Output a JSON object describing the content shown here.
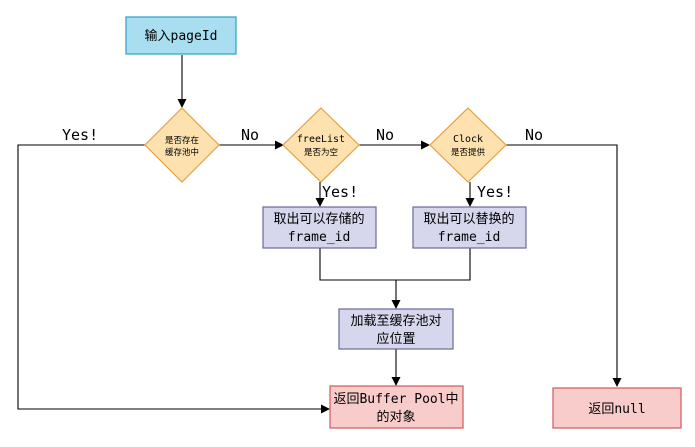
{
  "colors": {
    "start_fill": "#a9def0",
    "start_stroke": "#2d9fc8",
    "decision_fill": "#fde2b0",
    "decision_stroke": "#e3a23f",
    "process_fill": "#d6d6ec",
    "process_stroke": "#6a6a9a",
    "end_fill": "#f9cccc",
    "end_stroke": "#cf5a5a",
    "line": "#000000"
  },
  "nodes": {
    "start": {
      "line1": "输入pageId"
    },
    "in_pool": {
      "line1": "是否存在",
      "line2": "缓存池中"
    },
    "free_list": {
      "line1": "freeList",
      "line2": "是否为空"
    },
    "clock": {
      "line1": "Clock",
      "line2": "是否提供"
    },
    "take_free": {
      "line1": "取出可以存储的",
      "line2": "frame_id"
    },
    "take_replace": {
      "line1": "取出可以替换的",
      "line2": "frame_id"
    },
    "load": {
      "line1": "加载至缓存池对",
      "line2": "应位置"
    },
    "return_obj": {
      "line1": "返回Buffer Pool中",
      "line2": "的对象"
    },
    "return_null": {
      "line1": "返回null"
    }
  },
  "labels": {
    "yes_pool": "Yes!",
    "no_pool": "No",
    "yes_free": "Yes!",
    "no_free": "No",
    "yes_clock": "Yes!",
    "no_clock": "No"
  },
  "icons": {
    "arrowhead": "arrowhead-icon"
  }
}
